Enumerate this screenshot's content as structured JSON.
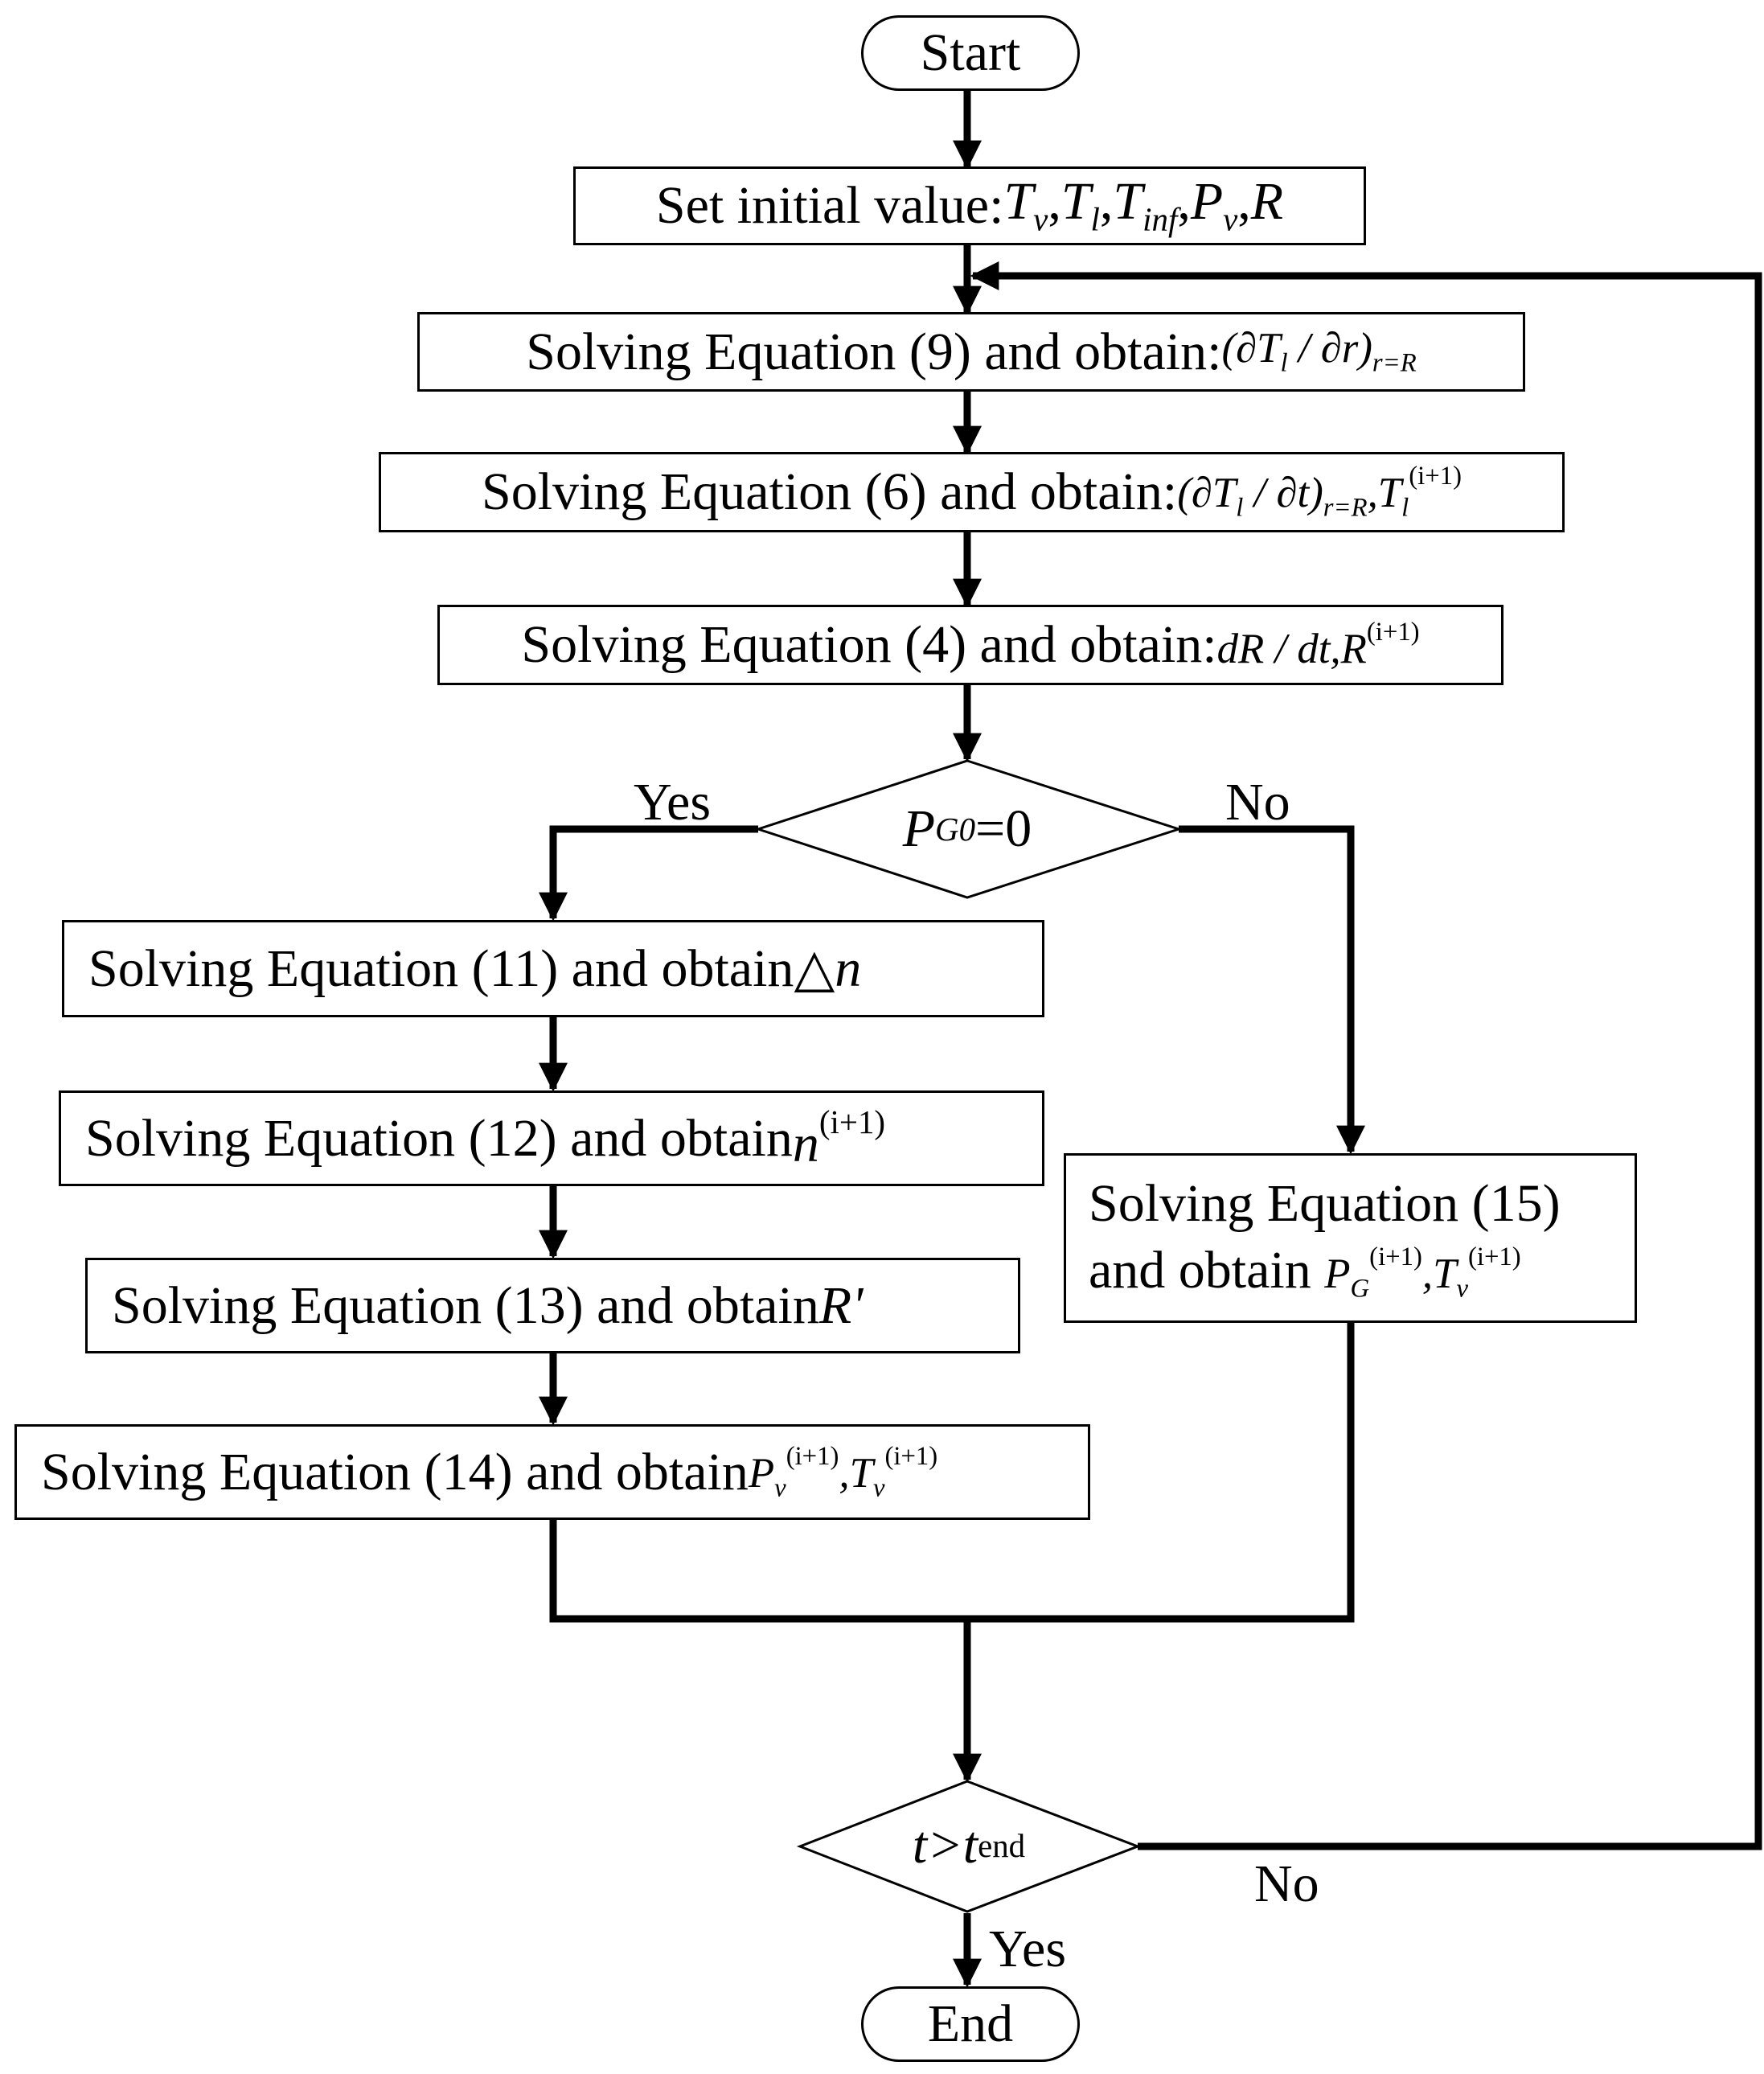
{
  "nodes": {
    "start": "Start",
    "init": "Set initial value: ",
    "init_vars": {
      "tv": "T",
      "tv_sub": "v",
      "tl": "T",
      "tl_sub": "l",
      "tinf": "T",
      "tinf_sub": "inf",
      "pv": "P",
      "pv_sub": "v",
      "r": "R"
    },
    "eq9": "Solving Equation (9) and obtain: ",
    "eq9_expr": {
      "d1": "(∂T",
      "d1_sub": "l",
      "d2": " / ∂r)",
      "d2_sub": "r=R"
    },
    "eq6": "Solving Equation (6) and obtain:",
    "eq6_expr": {
      "d1": "(∂T",
      "d1_sub": "l",
      "d2": " / ∂t)",
      "d2_sub": "r=R",
      "t": ",T",
      "t_sub": "l",
      "t_sup": "(i+1)"
    },
    "eq4": "Solving Equation (4) and obtain:",
    "eq4_expr": {
      "dr": "dR / dt,R",
      "dr_sup": "(i+1)"
    },
    "decision1": {
      "p": "P",
      "p_sub": "G0",
      "eq": " =0"
    },
    "eq11": "Solving Equation (11) and obtain ",
    "eq11_var": "△n",
    "eq12": "Solving Equation (12) and obtain ",
    "eq12_var": "n",
    "eq12_sup": "(i+1)",
    "eq13": "Solving Equation (13) and obtain ",
    "eq13_var": "R'",
    "eq14": "Solving Equation (14) and obtain ",
    "eq14_expr": {
      "p": "P",
      "p_sub": "v",
      "p_sup": "(i+1)",
      "t": ",T",
      "t_sub": "v",
      "t_sup": "(i+1)"
    },
    "eq15_line1": "Solving Equation (15)",
    "eq15_line2": "and obtain ",
    "eq15_expr": {
      "p": "P",
      "p_sub": "G",
      "p_sup": "(i+1)",
      "t": ",T",
      "t_sub": "v",
      "t_sup": "(i+1)"
    },
    "decision2": {
      "t": "t>t",
      "t_sub": "end"
    },
    "end": "End"
  },
  "edge_labels": {
    "d1_yes": "Yes",
    "d1_no": "No",
    "d2_no": "No",
    "d2_yes": "Yes"
  }
}
